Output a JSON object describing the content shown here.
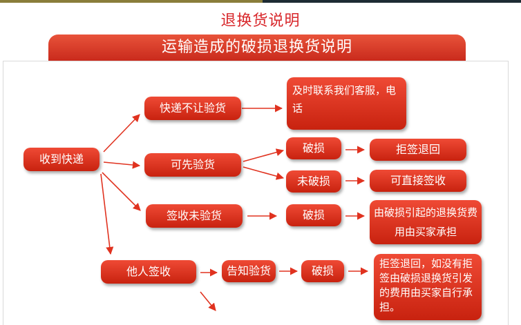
{
  "page": {
    "title": "退换货说明",
    "banner": "运输造成的破损退换货说明"
  },
  "nodes": {
    "receive": "收到快递",
    "no_inspect": "快递不让验货",
    "contact": "及时联系我们客服，电话",
    "can_inspect": "可先验货",
    "damaged_1": "破损",
    "reject": "拒签退回",
    "not_damaged": "未破损",
    "direct_sign": "可直接签收",
    "sign_no_inspect": "签收未验货",
    "damaged_2": "破损",
    "buyer_pays": "由破损引起的退换货费用由买家承担",
    "other_sign": "他人签收",
    "inform_inspect": "告知验货",
    "damaged_3": "破损",
    "reject_note": "拒签退回，如没有拒签由破损退换货引发的费用由买家自行承担。"
  },
  "colors": {
    "title_red": "#d8262a",
    "box_red": "#d8321d",
    "arrow_red": "#e0321f"
  }
}
